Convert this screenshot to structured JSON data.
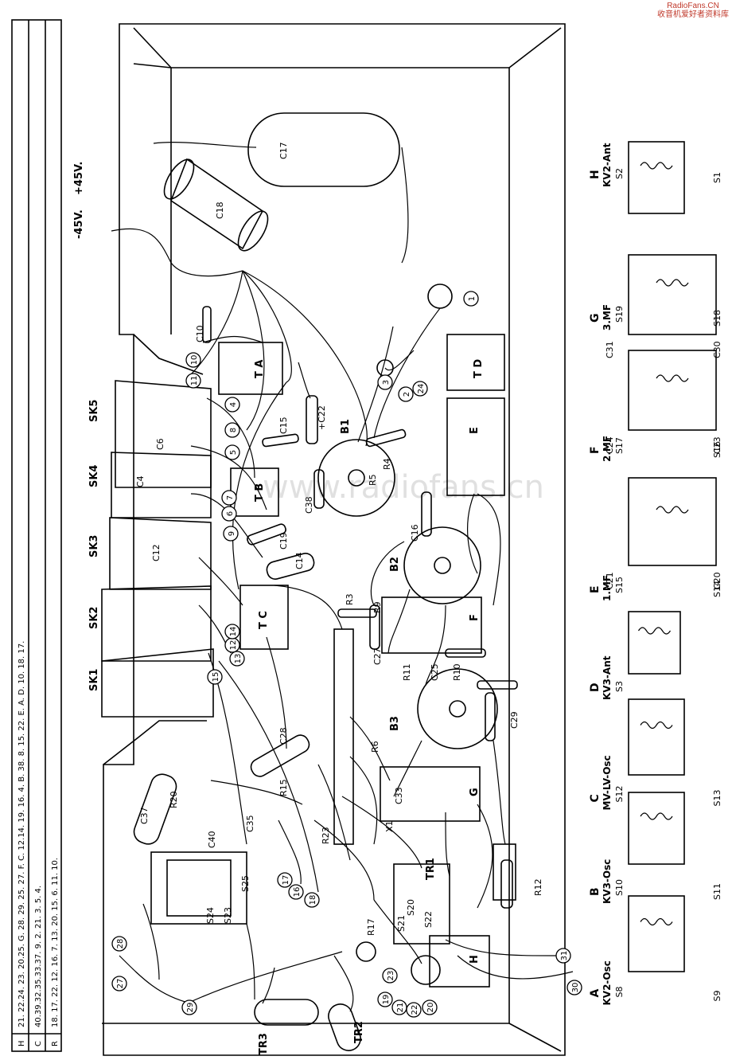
{
  "watermark": {
    "line1": "RadioFans.CN",
    "line2": "收音机爱好者资料库"
  },
  "bg_watermark": "www.radiofans.cn",
  "colors": {
    "ink": "#000000",
    "watermark": "#c0392b"
  },
  "table": {
    "rows": [
      {
        "head": "H",
        "text": "21. 22.24. 23. 20.25.          G.              28.       29.     25.    27.          F.    C.           12.14. 19. 16. 4.    B.  38. 8. 15. 22.     E.      A.  D.        10.                       18. 17."
      },
      {
        "head": "C",
        "text": "40.39.32.35.33.37.                                                             9.  2. 21. 3.                     5.          4."
      },
      {
        "head": "R",
        "text": "18. 17.   22. 12. 16. 7. 13.  20. 15.              6.        11. 10."
      }
    ]
  },
  "supply": {
    "neg": "-45V.",
    "pos": "+45V."
  },
  "parts": {
    "C17": "C17",
    "C18": "C18",
    "C10": "C10",
    "C15": "C15",
    "C22": "+C22",
    "C38": "C38",
    "C16": "C16",
    "C14": "C14",
    "C19": "C19",
    "C28": "C28",
    "C29": "C29",
    "C25": "C25",
    "C27": "C27",
    "C33": "C33",
    "C35": "C35",
    "C37": "C37",
    "C40": "C40",
    "C12": "C12",
    "C6": "C6",
    "C4": "C4",
    "R3": "R3",
    "R4": "R4",
    "R5": "R5",
    "R6": "R6",
    "R9": "R9",
    "R10": "R10",
    "R11": "R11",
    "R12": "R12",
    "R15": "R15",
    "R17": "R17",
    "R20": "R20",
    "R23": "R23",
    "B1": "B1",
    "B2": "B2",
    "B3": "B3",
    "SK1": "SK1",
    "SK2": "SK2",
    "SK3": "SK3",
    "SK4": "SK4",
    "SK5": "SK5",
    "TR1": "TR1",
    "TR2": "TR2",
    "TR3": "TR3",
    "S20": "S20",
    "S21": "S21",
    "S22": "S22",
    "S23": "S23",
    "S24": "S24",
    "S25": "S25",
    "X1": "X1",
    "TA": "T A",
    "TB": "T B",
    "TC": "T C",
    "TD": "T  D",
    "TE": "E",
    "TF": "F",
    "TG": "G",
    "TH": "H"
  },
  "circled": [
    "1",
    "2",
    "3",
    "4",
    "5",
    "6",
    "7",
    "8",
    "9",
    "10",
    "11",
    "12",
    "13",
    "14",
    "15",
    "16",
    "17",
    "18",
    "19",
    "20",
    "21",
    "22",
    "23",
    "24",
    "27",
    "28",
    "29",
    "30",
    "31"
  ],
  "coils": [
    {
      "letter": "H",
      "name": "KV2-Ant",
      "s": "S2",
      "right": "S1"
    },
    {
      "letter": "G",
      "name": "3.MF",
      "s": "S19",
      "left": "C31",
      "right": "S18",
      "cap": "C30"
    },
    {
      "letter": "F",
      "name": "2.MF",
      "s": "S17",
      "left": "C24",
      "right": "S16",
      "cap": "C23"
    },
    {
      "letter": "E",
      "name": "1.MF",
      "s": "S15",
      "left": "C21",
      "right": "S14",
      "cap": "C20"
    },
    {
      "letter": "D",
      "name": "KV3-Ant",
      "s": "S3"
    },
    {
      "letter": "C",
      "name": "MV-LV-Osc",
      "s": "S12",
      "right": "S13"
    },
    {
      "letter": "B",
      "name": "KV3-Osc",
      "s": "S10",
      "right": "S11"
    },
    {
      "letter": "A",
      "name": "KV2-Osc",
      "s": "S8",
      "right": "S9"
    }
  ]
}
